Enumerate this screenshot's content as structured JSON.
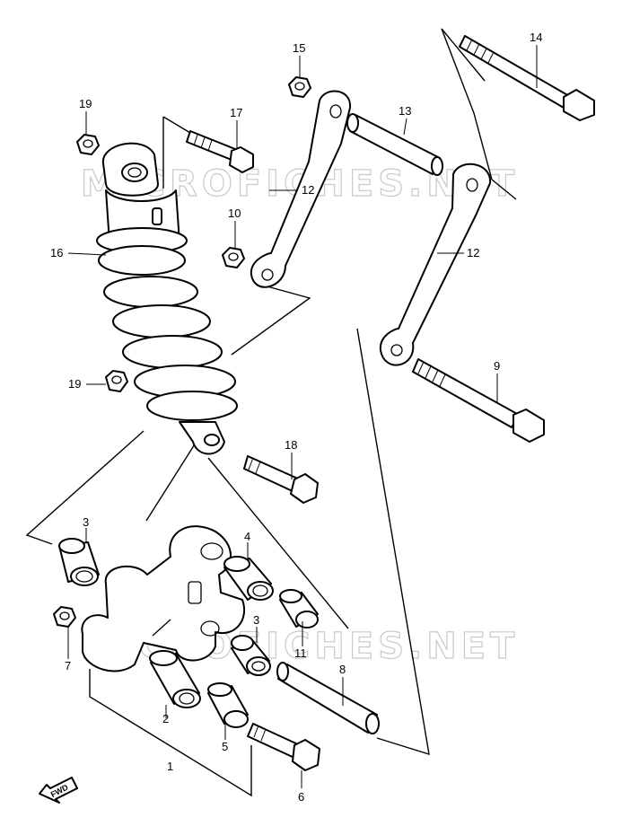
{
  "watermark": {
    "text": "MICROFICHES.NET"
  },
  "fwd_label": "FWD",
  "callouts": {
    "c1": "1",
    "c2": "2",
    "c3a": "3",
    "c3b": "3",
    "c4": "4",
    "c5": "5",
    "c6": "6",
    "c7": "7",
    "c8": "8",
    "c9": "9",
    "c10": "10",
    "c11": "11",
    "c12a": "12",
    "c12b": "12",
    "c13": "13",
    "c14": "14",
    "c15": "15",
    "c16": "16",
    "c17": "17",
    "c18": "18",
    "c19a": "19",
    "c19b": "19"
  }
}
